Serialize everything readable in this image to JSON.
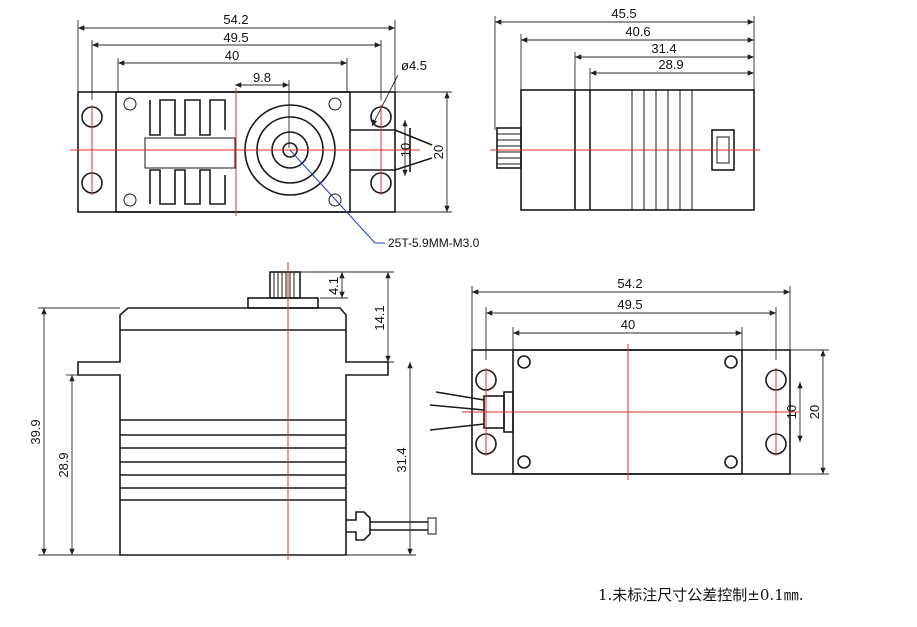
{
  "top_view": {
    "dim_overall": "54.2",
    "dim_mount": "49.5",
    "dim_body": "40",
    "dim_offset": "9.8",
    "dim_hole": "ø4.5",
    "dim_spacing": "10",
    "dim_height": "20",
    "callout_spline": "25T-5.9MM-M3.0"
  },
  "side_view_right": {
    "dim_overall": "45.5",
    "dim_2": "40.6",
    "dim_3": "31.4",
    "dim_4": "28.9"
  },
  "front_view": {
    "dim_total_height": "39.9",
    "dim_lower_height": "28.9",
    "dim_upper": "14.1",
    "dim_spline": "4.1",
    "dim_case": "31.4"
  },
  "bottom_view": {
    "dim_overall": "54.2",
    "dim_mount": "49.5",
    "dim_body": "40",
    "dim_spacing": "10",
    "dim_height": "20"
  },
  "note": "1.未标注尺寸公差控制±0.1㎜."
}
